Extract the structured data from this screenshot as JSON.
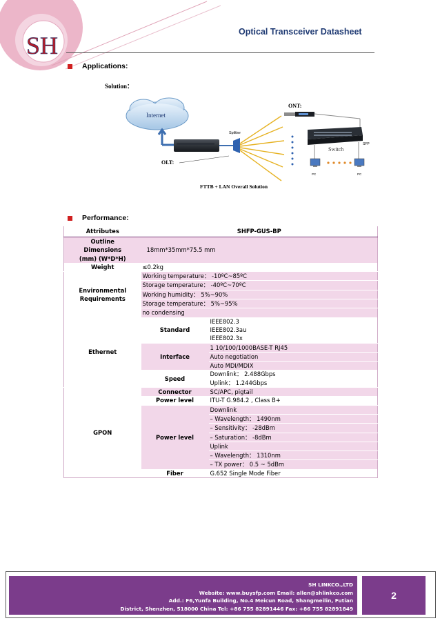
{
  "header": {
    "logo_text": "SH",
    "title": "Optical Transceiver Datasheet"
  },
  "sections": {
    "applications": "Applications:",
    "performance": "Performance:"
  },
  "diagram": {
    "solution_label": "Solution：",
    "internet": "Internet",
    "olt": "OLT:",
    "splitter": "Splitter",
    "ont": "ONT:",
    "switch": "Switch",
    "sfp": "SFP",
    "pc1": "PC",
    "pc2": "PC",
    "caption": "FTTB + LAN Overall Solution"
  },
  "table": {
    "header_attr": "Attributes",
    "header_model": "SHFP-GUS-BP",
    "outline_label": [
      "Outline",
      "Dimensions",
      "(mm) (W*D*H)"
    ],
    "outline_value": "18mm*35mm*75.5 mm",
    "weight_label": "Weight",
    "weight_value": "≤0.2kg",
    "env_label": [
      "Environmental",
      "Requirements"
    ],
    "env_values": [
      "Working temperature： -10ºC~85ºC",
      "Storage temperature： -40ºC~70ºC",
      "Working humidity： 5%~90%",
      "Storage temperature： 5%~95%",
      "no condensing"
    ],
    "ethernet_label": "Ethernet",
    "standard_label": "Standard",
    "standard_values": [
      "IEEE802.3",
      "IEEE802.3au",
      "IEEE802.3x"
    ],
    "interface_label": "Interface",
    "interface_values": [
      "1 10/100/1000BASE-T RJ45",
      "Auto negotiation",
      "Auto MDI/MDIX"
    ],
    "speed_label": "Speed",
    "speed_values": [
      "Downlink： 2.488Gbps",
      "Uplink： 1.244Gbps"
    ],
    "gpon_label": "GPON",
    "connector_label": "Connector",
    "connector_value": "SC/APC, pigtail",
    "power_label_1": "Power level",
    "power_value_1": "ITU-T G.984.2 , Class B+",
    "power_label_2": "Power level",
    "power_values_2": [
      "Downlink",
      "– Wavelength： 1490nm",
      "– Sensitivity： -28dBm",
      "– Saturation： -8dBm",
      "Uplink",
      "– Wavelength： 1310nm",
      "– TX power： 0.5 ~ 5dBm"
    ],
    "fiber_label": "Fiber",
    "fiber_value": "G.652 Single Mode Fiber"
  },
  "footer": {
    "company": "SH LINKCO.,LTD",
    "website_line": "Website: www.buysfp.com Email: allen@shlinkco.com",
    "address_line": "Add.: F6,Yunfa Building, No.4 Meicun Road, Shangmeilin, Futian",
    "district_line": "District, Shenzhen, 518000 China Tel: +86 755 82891446 Fax: +86 755 82891849",
    "page_number": "2"
  },
  "colors": {
    "accent_purple": "#7b3c8b",
    "row_pink": "#f2d7e9",
    "title_blue": "#1f3a73",
    "bullet_red": "#d02020",
    "logo_pink": "#e9b3c6"
  }
}
